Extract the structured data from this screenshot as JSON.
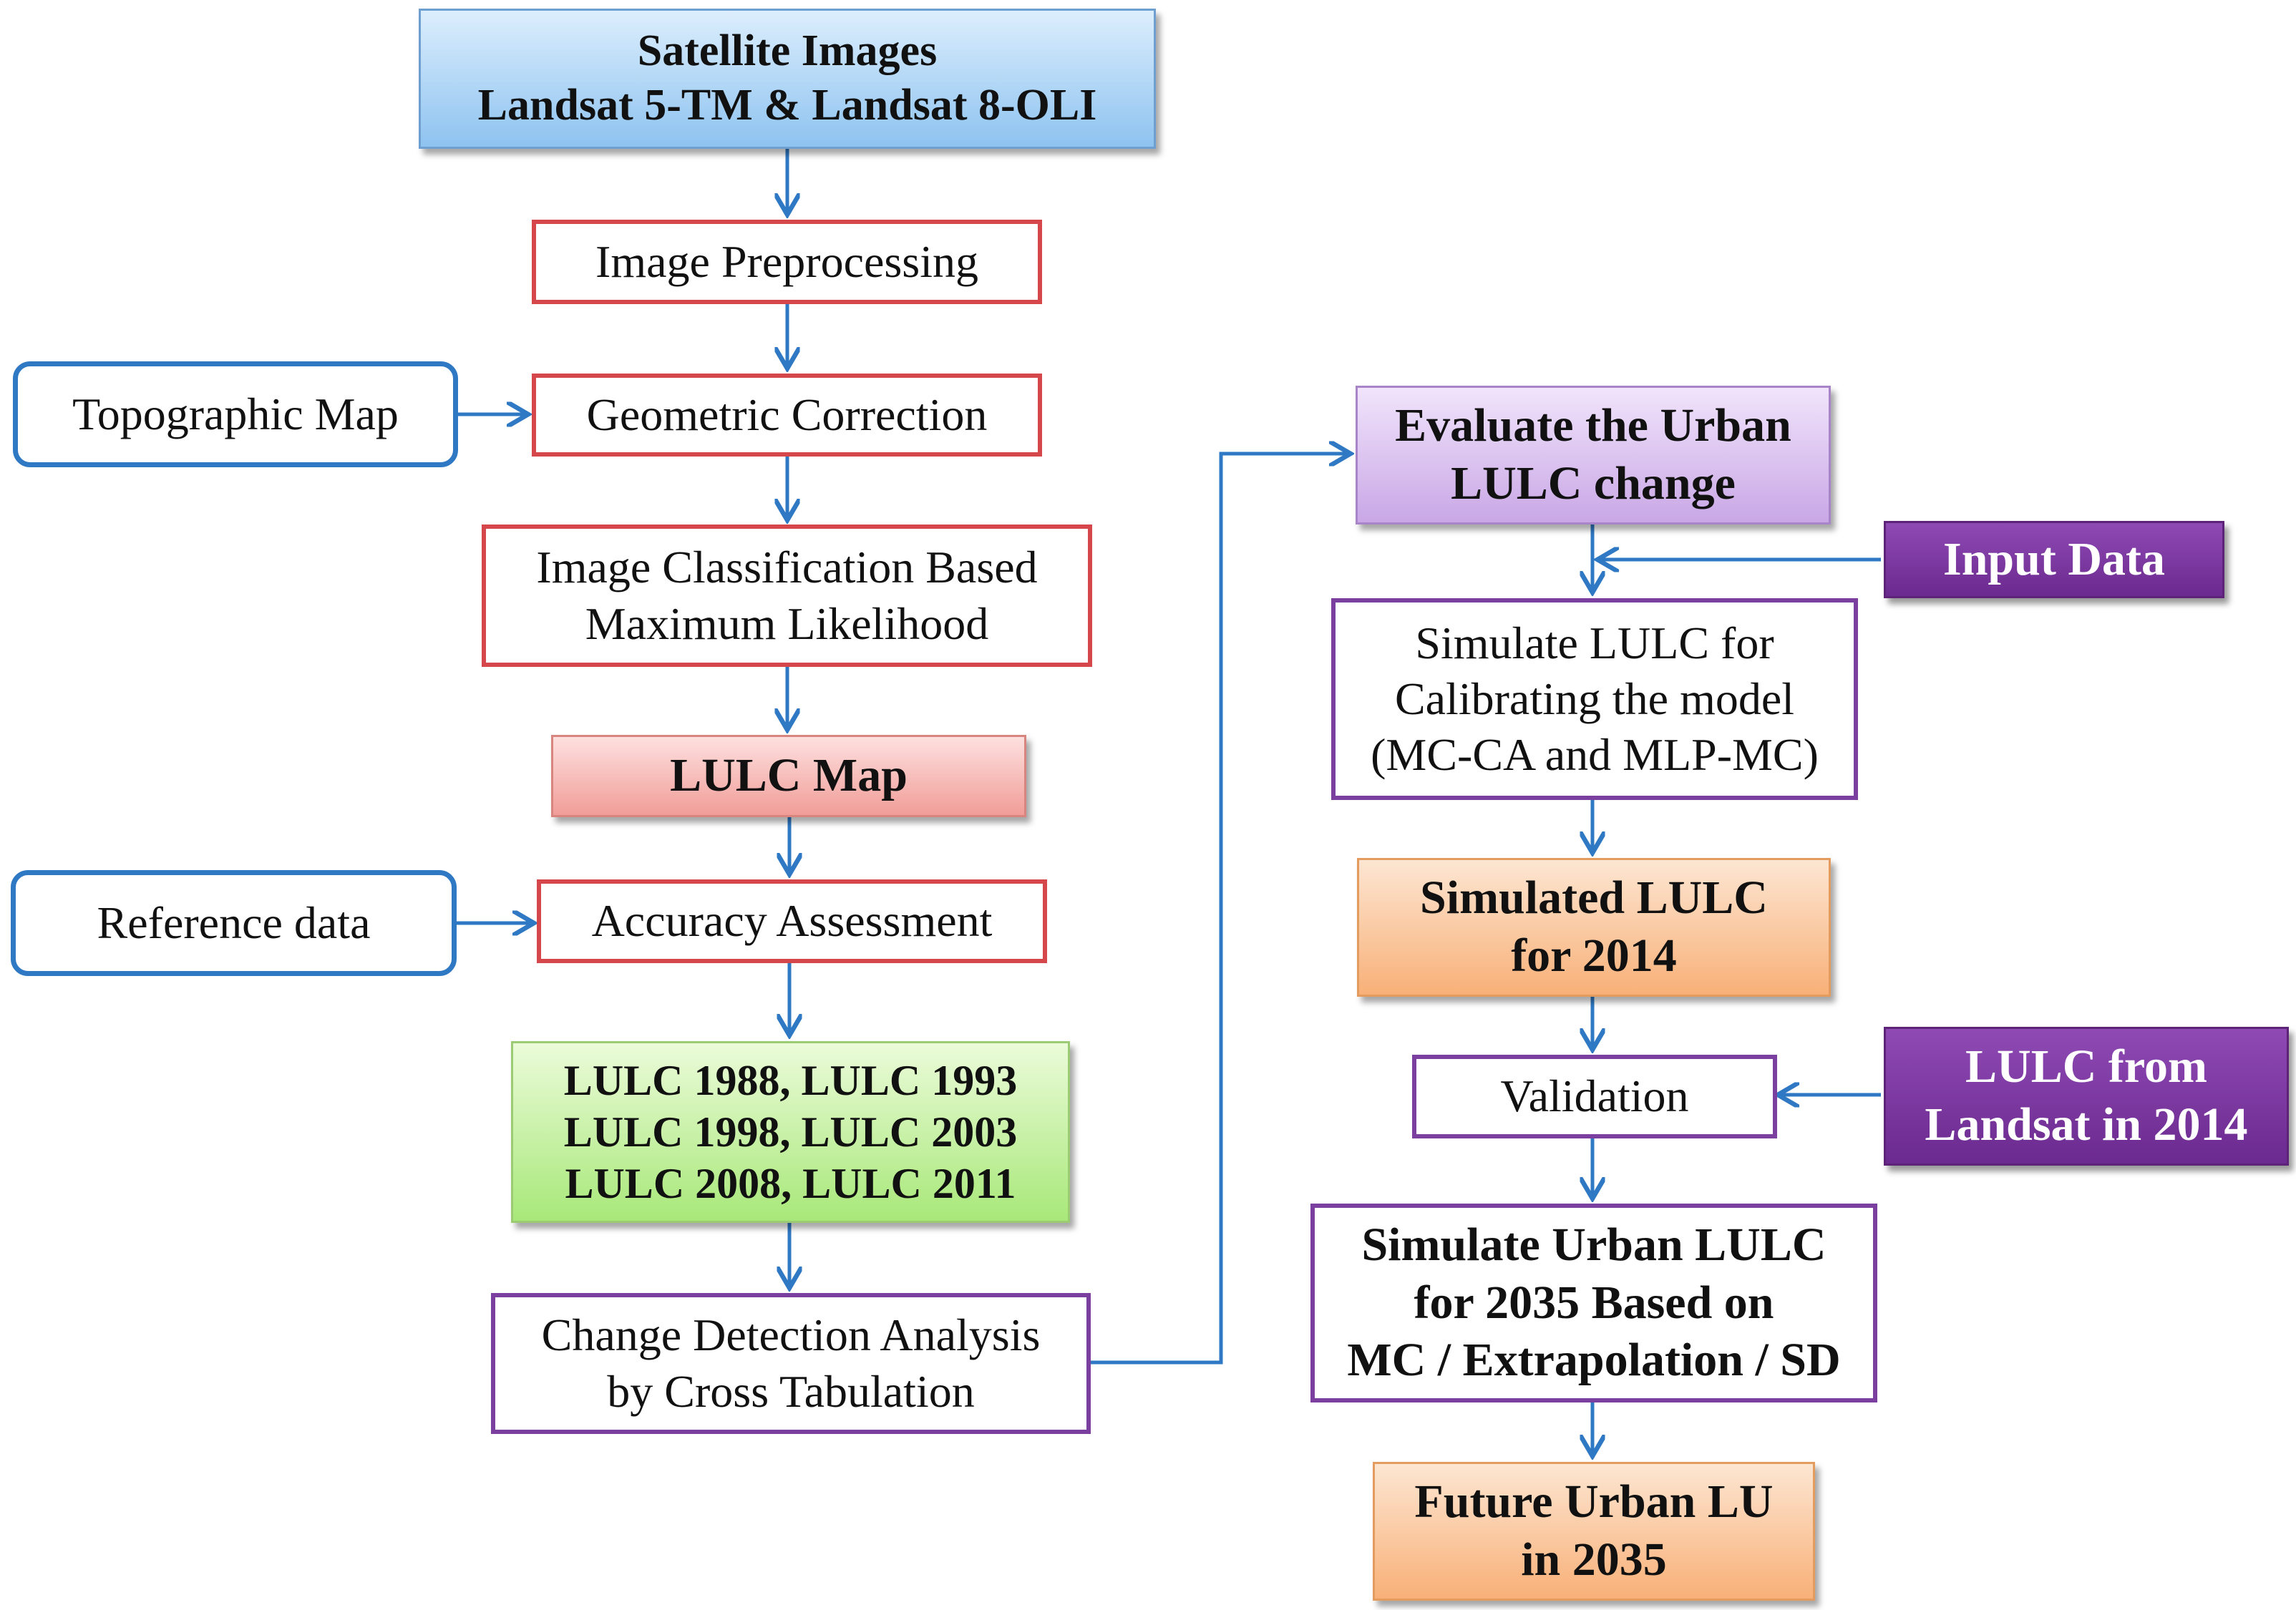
{
  "nodes": {
    "satellite": {
      "line1": "Satellite Images",
      "line2": "Landsat 5-TM & Landsat 8-OLI"
    },
    "preprocessing": {
      "label": "Image Preprocessing"
    },
    "topographic": {
      "label": "Topographic Map"
    },
    "geometric": {
      "label": "Geometric Correction"
    },
    "classification": {
      "line1": "Image Classification Based",
      "line2": "Maximum Likelihood"
    },
    "lulc_map": {
      "label": "LULC Map"
    },
    "reference": {
      "label": "Reference data"
    },
    "accuracy": {
      "label": "Accuracy Assessment"
    },
    "lulc_years": {
      "line1": "LULC 1988,  LULC 1993",
      "line2": "LULC 1998,  LULC 2003",
      "line3": "LULC 2008,  LULC 2011"
    },
    "change_detection": {
      "line1": "Change Detection Analysis",
      "line2": "by Cross Tabulation"
    },
    "evaluate": {
      "line1": "Evaluate the Urban",
      "line2": "LULC change"
    },
    "input_data": {
      "label": "Input Data"
    },
    "simulate_calib": {
      "line1": "Simulate LULC for",
      "line2": "Calibrating the model",
      "line3": "(MC-CA and MLP-MC)"
    },
    "simulated_2014": {
      "line1": "Simulated LULC",
      "line2": "for 2014"
    },
    "validation": {
      "label": "Validation"
    },
    "landsat_2014": {
      "line1": "LULC from",
      "line2": "Landsat in 2014"
    },
    "simulate_urban": {
      "line1": "Simulate Urban LULC",
      "line2": "for 2035 Based on",
      "line3": "MC / Extrapolation / SD"
    },
    "future": {
      "line1": "Future Urban LU",
      "line2": "in 2035"
    }
  },
  "colors": {
    "arrow": "#2f78c3",
    "red_border": "#d6474b",
    "blue_border": "#2f78c3",
    "purple_border": "#7b3fa0",
    "dark_purple_fill": "#7a3aa0",
    "orange_fill": "#f8b078",
    "green_fill": "#a8e879",
    "sky_fill": "#8ec3f0",
    "pink_fill": "#f19d98",
    "lavender_fill": "#c9a7e6"
  }
}
